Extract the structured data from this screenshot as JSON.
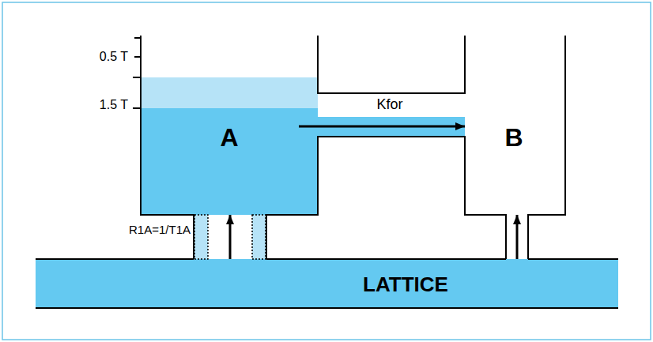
{
  "diagram": {
    "nodes": [
      {
        "text": [
          "A"
        ]
      },
      {
        "text": [
          "B"
        ]
      },
      {
        "text": [
          "LATTICE"
        ]
      }
    ],
    "edges": [
      {
        "from": 0,
        "to": 1,
        "arrow": "to",
        "label": "Kfor"
      },
      {
        "from": 2,
        "to": 0,
        "arrow": "to"
      },
      {
        "from": 2,
        "to": 1,
        "arrow": "to"
      }
    ],
    "labels": [
      "0.5 T",
      "1.5 T",
      "R1A=1/T1A"
    ]
  }
}
